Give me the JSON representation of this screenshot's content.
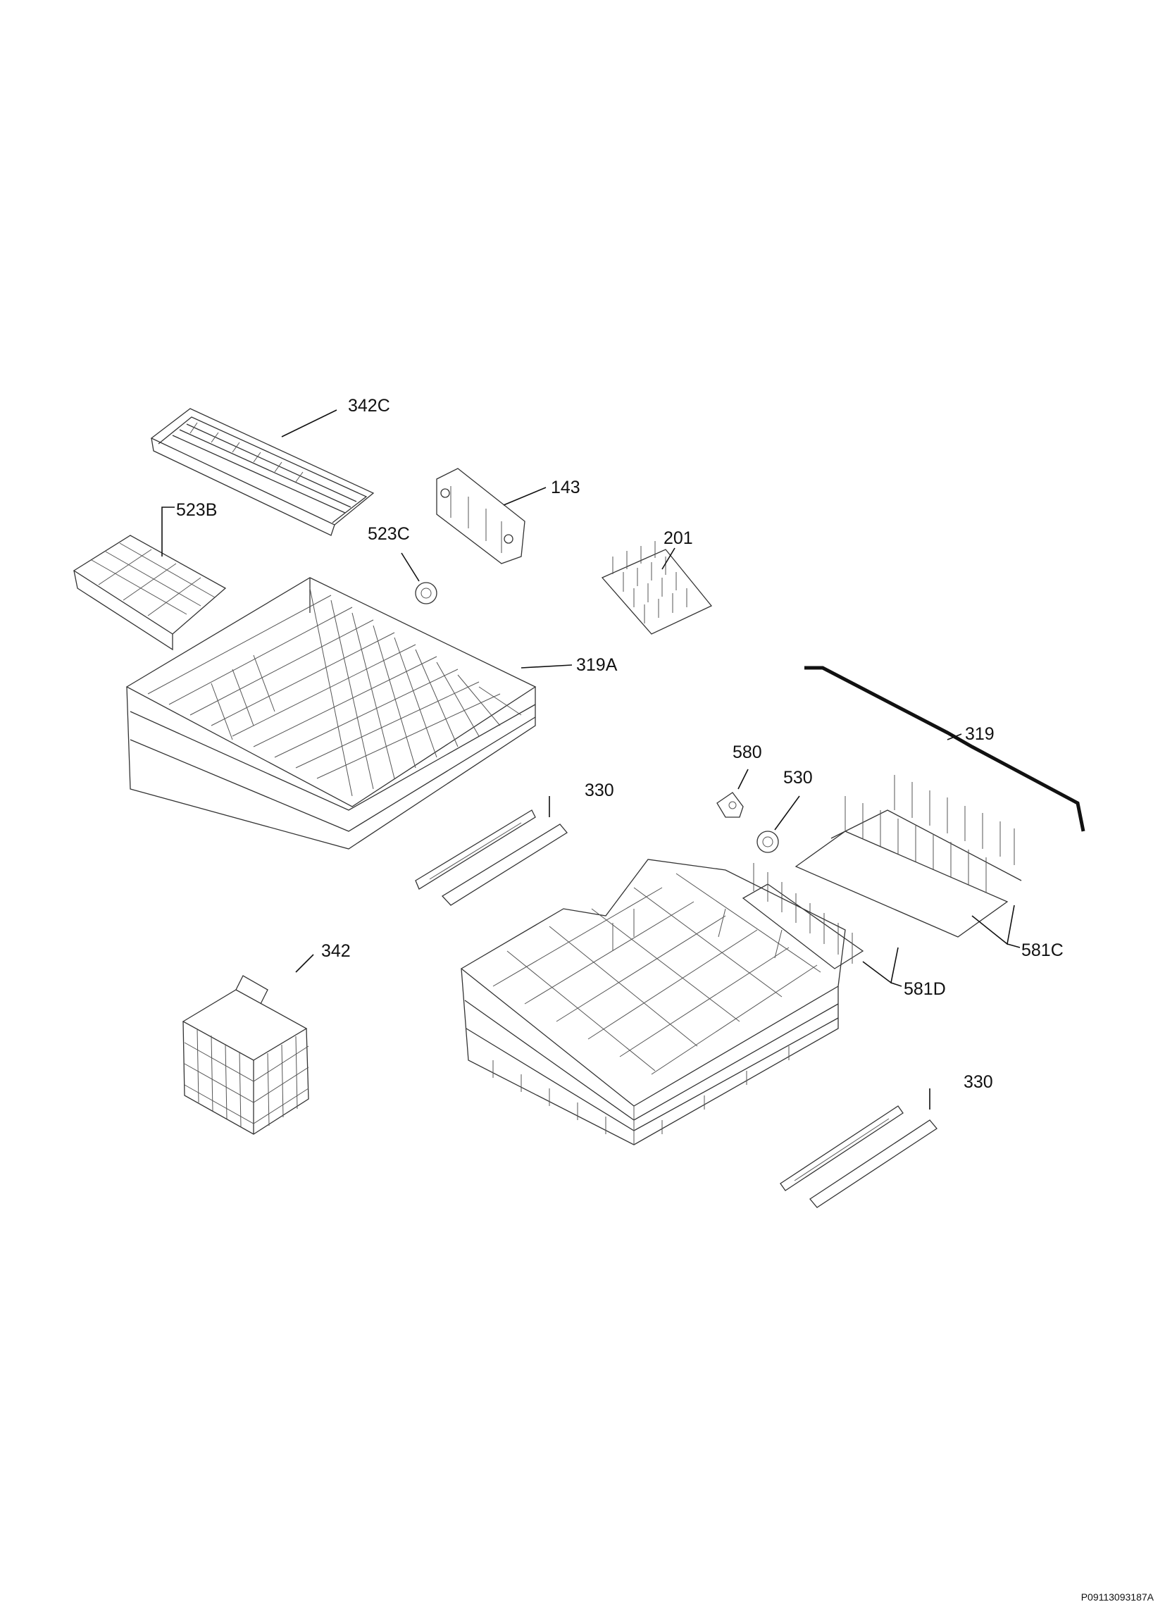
{
  "labels": {
    "p342c": "342C",
    "p143": "143",
    "p523b": "523B",
    "p523c": "523C",
    "p201": "201",
    "p319a": "319A",
    "p319": "319",
    "p580": "580",
    "p530": "530",
    "p330_upper": "330",
    "p342": "342",
    "p581c": "581C",
    "p581d": "581D",
    "p330_lower": "330"
  },
  "doc_code": "P09113093187A"
}
